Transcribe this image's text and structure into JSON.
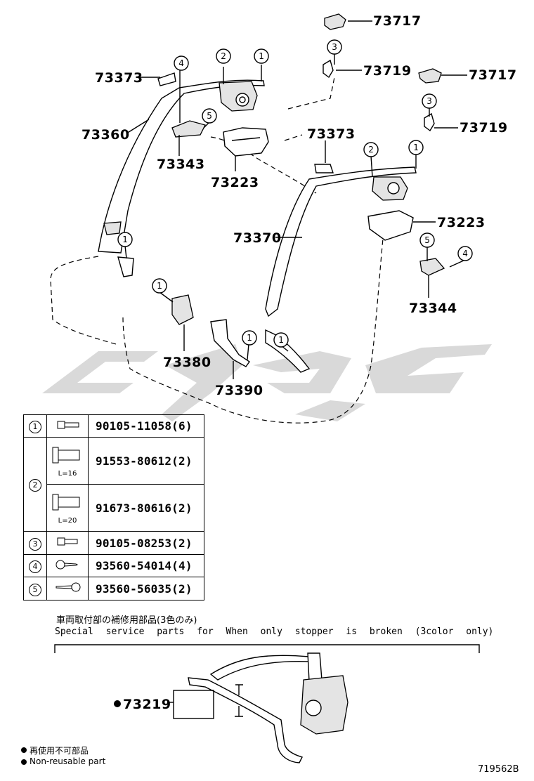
{
  "callouts": {
    "c73717a": "73717",
    "c73717b": "73717",
    "c73719a": "73719",
    "c73719b": "73719",
    "c73373a": "73373",
    "c73373b": "73373",
    "c73360": "73360",
    "c73343": "73343",
    "c73223a": "73223",
    "c73223b": "73223",
    "c73370": "73370",
    "c73344": "73344",
    "c73380": "73380",
    "c73390": "73390",
    "c73219": "73219"
  },
  "circle_labels": [
    "1",
    "2",
    "3",
    "4",
    "5"
  ],
  "fasteners": [
    {
      "num": "1",
      "code": "90105-11058(6)"
    },
    {
      "num": "2",
      "code": "91553-80612(2)",
      "length": "L=16"
    },
    {
      "num": "",
      "code": "91673-80616(2)",
      "length": "L=20"
    },
    {
      "num": "3",
      "code": "90105-08253(2)"
    },
    {
      "num": "4",
      "code": "93560-54014(4)"
    },
    {
      "num": "5",
      "code": "93560-56035(2)"
    }
  ],
  "special_parts": {
    "jp": "車両取付部の補修用部品(3色のみ)",
    "en": "Special service parts for When only stopper is broken (3color only)"
  },
  "legend": {
    "jp": "再使用不可部品",
    "en": "Non-reusable part"
  },
  "illustration_id": "719562B"
}
